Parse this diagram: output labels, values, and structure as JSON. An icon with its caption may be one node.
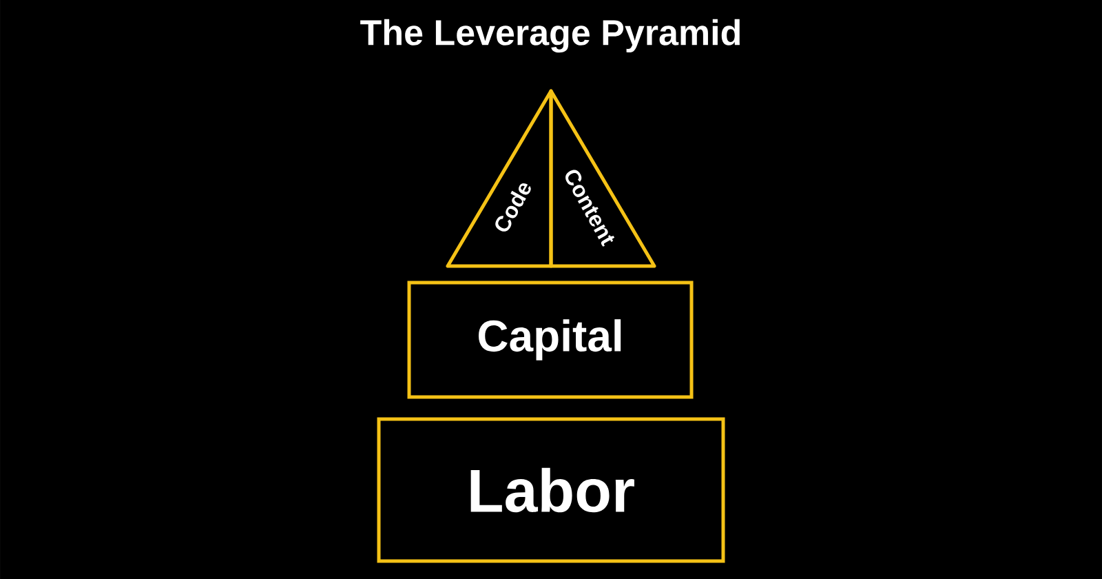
{
  "diagram": {
    "title": "The Leverage Pyramid",
    "nodes": [
      {
        "text": [
          "Code"
        ]
      },
      {
        "text": [
          "Content"
        ]
      },
      {
        "text": [
          "Capital"
        ]
      },
      {
        "text": [
          "Labor"
        ]
      }
    ]
  }
}
